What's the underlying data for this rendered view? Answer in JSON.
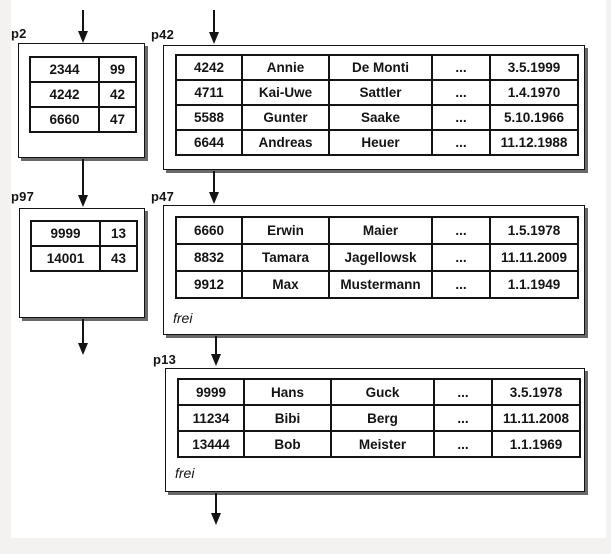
{
  "diagram": {
    "pages": {
      "p2": {
        "label": "p2",
        "type": "index",
        "entries": [
          [
            "2344",
            "99"
          ],
          [
            "4242",
            "42"
          ],
          [
            "6660",
            "47"
          ]
        ]
      },
      "p42": {
        "label": "p42",
        "type": "data",
        "rows": [
          [
            "4242",
            "Annie",
            "De Monti",
            "...",
            "3.5.1999"
          ],
          [
            "4711",
            "Kai-Uwe",
            "Sattler",
            "...",
            "1.4.1970"
          ],
          [
            "5588",
            "Gunter",
            "Saake",
            "...",
            "5.10.1966"
          ],
          [
            "6644",
            "Andreas",
            "Heuer",
            "...",
            "11.12.1988"
          ]
        ]
      },
      "p97": {
        "label": "p97",
        "type": "index",
        "entries": [
          [
            "9999",
            "13"
          ],
          [
            "14001",
            "43"
          ]
        ]
      },
      "p47": {
        "label": "p47",
        "type": "data",
        "rows": [
          [
            "6660",
            "Erwin",
            "Maier",
            "...",
            "1.5.1978"
          ],
          [
            "8832",
            "Tamara",
            "Jagellowsk",
            "...",
            "11.11.2009"
          ],
          [
            "9912",
            "Max",
            "Mustermann",
            "...",
            "1.1.1949"
          ]
        ],
        "free_label": "frei"
      },
      "p13": {
        "label": "p13",
        "type": "data",
        "rows": [
          [
            "9999",
            "Hans",
            "Guck",
            "...",
            "3.5.1978"
          ],
          [
            "11234",
            "Bibi",
            "Berg",
            "...",
            "11.11.2008"
          ],
          [
            "13444",
            "Bob",
            "Meister",
            "...",
            "1.1.1969"
          ]
        ],
        "free_label": "frei"
      }
    },
    "colors": {
      "ink": "#141414",
      "box_shadow": "#4d4d4d",
      "page_margin": "#f4f2f0"
    }
  }
}
